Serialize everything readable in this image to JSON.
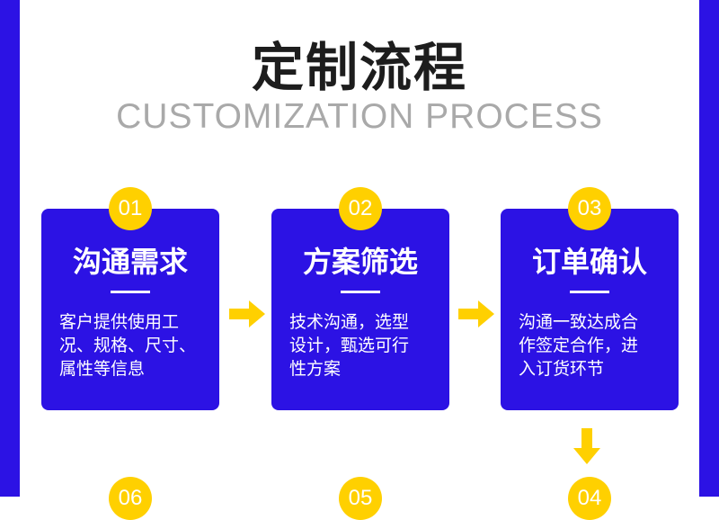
{
  "header": {
    "title": "定制流程",
    "subtitle": "CUSTOMIZATION  PROCESS"
  },
  "steps": [
    {
      "number": "01",
      "title": "沟通需求",
      "lines": [
        "客户提供使用工",
        "况、规格、尺寸、",
        "属性等信息"
      ]
    },
    {
      "number": "02",
      "title": "方案筛选",
      "lines": [
        "技术沟通，选型",
        "设计，甄选可行",
        "性方案"
      ]
    },
    {
      "number": "03",
      "title": "订单确认",
      "lines": [
        "沟通一致达成合",
        "作签定合作，进",
        "入订货环节"
      ]
    }
  ],
  "next_row": {
    "numbers": [
      "06",
      "05",
      "04"
    ]
  },
  "colors": {
    "accent": "#2c12e4",
    "badge": "#ffd000",
    "arrow": "#ffd000"
  },
  "icons": {
    "arrow_right": "arrow-right-icon",
    "arrow_down": "arrow-down-icon"
  }
}
